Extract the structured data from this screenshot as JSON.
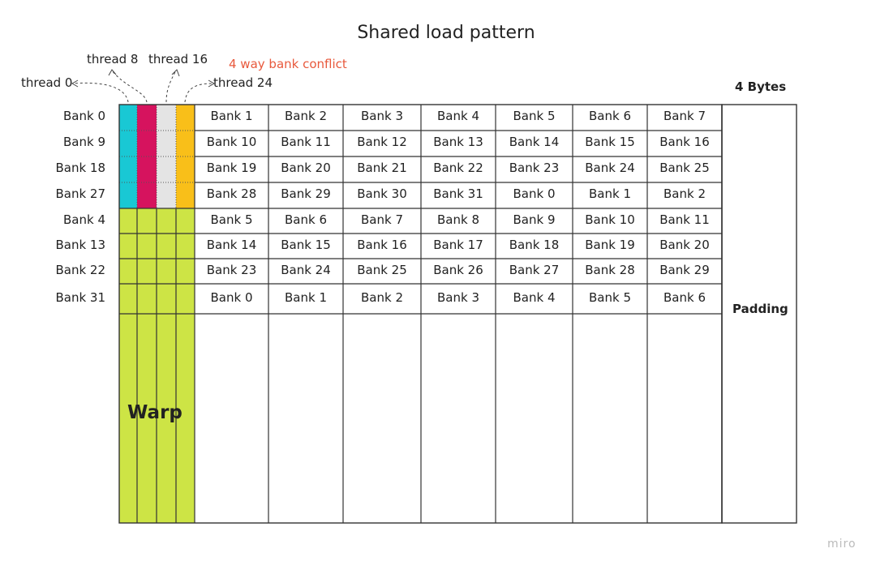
{
  "title": "Shared load pattern",
  "threads": [
    "thread 0",
    "thread 8",
    "thread 16",
    "thread 24"
  ],
  "conflict_label": "4 way bank conflict",
  "bytes_label": "4 Bytes",
  "padding_label": "Padding",
  "warp_label": "Warp",
  "watermark": "miro",
  "row_labels": [
    "Bank 0",
    "Bank 9",
    "Bank 18",
    "Bank 27",
    "Bank 4",
    "Bank 13",
    "Bank 22",
    "Bank 31"
  ],
  "rows": [
    [
      "Bank 1",
      "Bank 2",
      "Bank 3",
      "Bank 4",
      "Bank 5",
      "Bank 6",
      "Bank 7"
    ],
    [
      "Bank 10",
      "Bank 11",
      "Bank 12",
      "Bank 13",
      "Bank 14",
      "Bank 15",
      "Bank 16"
    ],
    [
      "Bank 19",
      "Bank 20",
      "Bank 21",
      "Bank 22",
      "Bank 23",
      "Bank 24",
      "Bank 25"
    ],
    [
      "Bank 28",
      "Bank 29",
      "Bank 30",
      "Bank 31",
      "Bank 0",
      "Bank 1",
      "Bank 2"
    ],
    [
      "Bank 5",
      "Bank 6",
      "Bank 7",
      "Bank 8",
      "Bank 9",
      "Bank 10",
      "Bank 11"
    ],
    [
      "Bank 14",
      "Bank 15",
      "Bank 16",
      "Bank 17",
      "Bank 18",
      "Bank 19",
      "Bank 20"
    ],
    [
      "Bank 23",
      "Bank 24",
      "Bank 25",
      "Bank 26",
      "Bank 27",
      "Bank 28",
      "Bank 29"
    ],
    [
      "Bank 0",
      "Bank 1",
      "Bank 2",
      "Bank 3",
      "Bank 4",
      "Bank 5",
      "Bank 6"
    ]
  ],
  "colors": {
    "thread_0": "#19c8d4",
    "thread_8": "#d6135e",
    "thread_16": "#e4e4e4",
    "thread_24": "#f9bf19",
    "warp": "#cde445",
    "conflict_text": "#e8593c"
  }
}
